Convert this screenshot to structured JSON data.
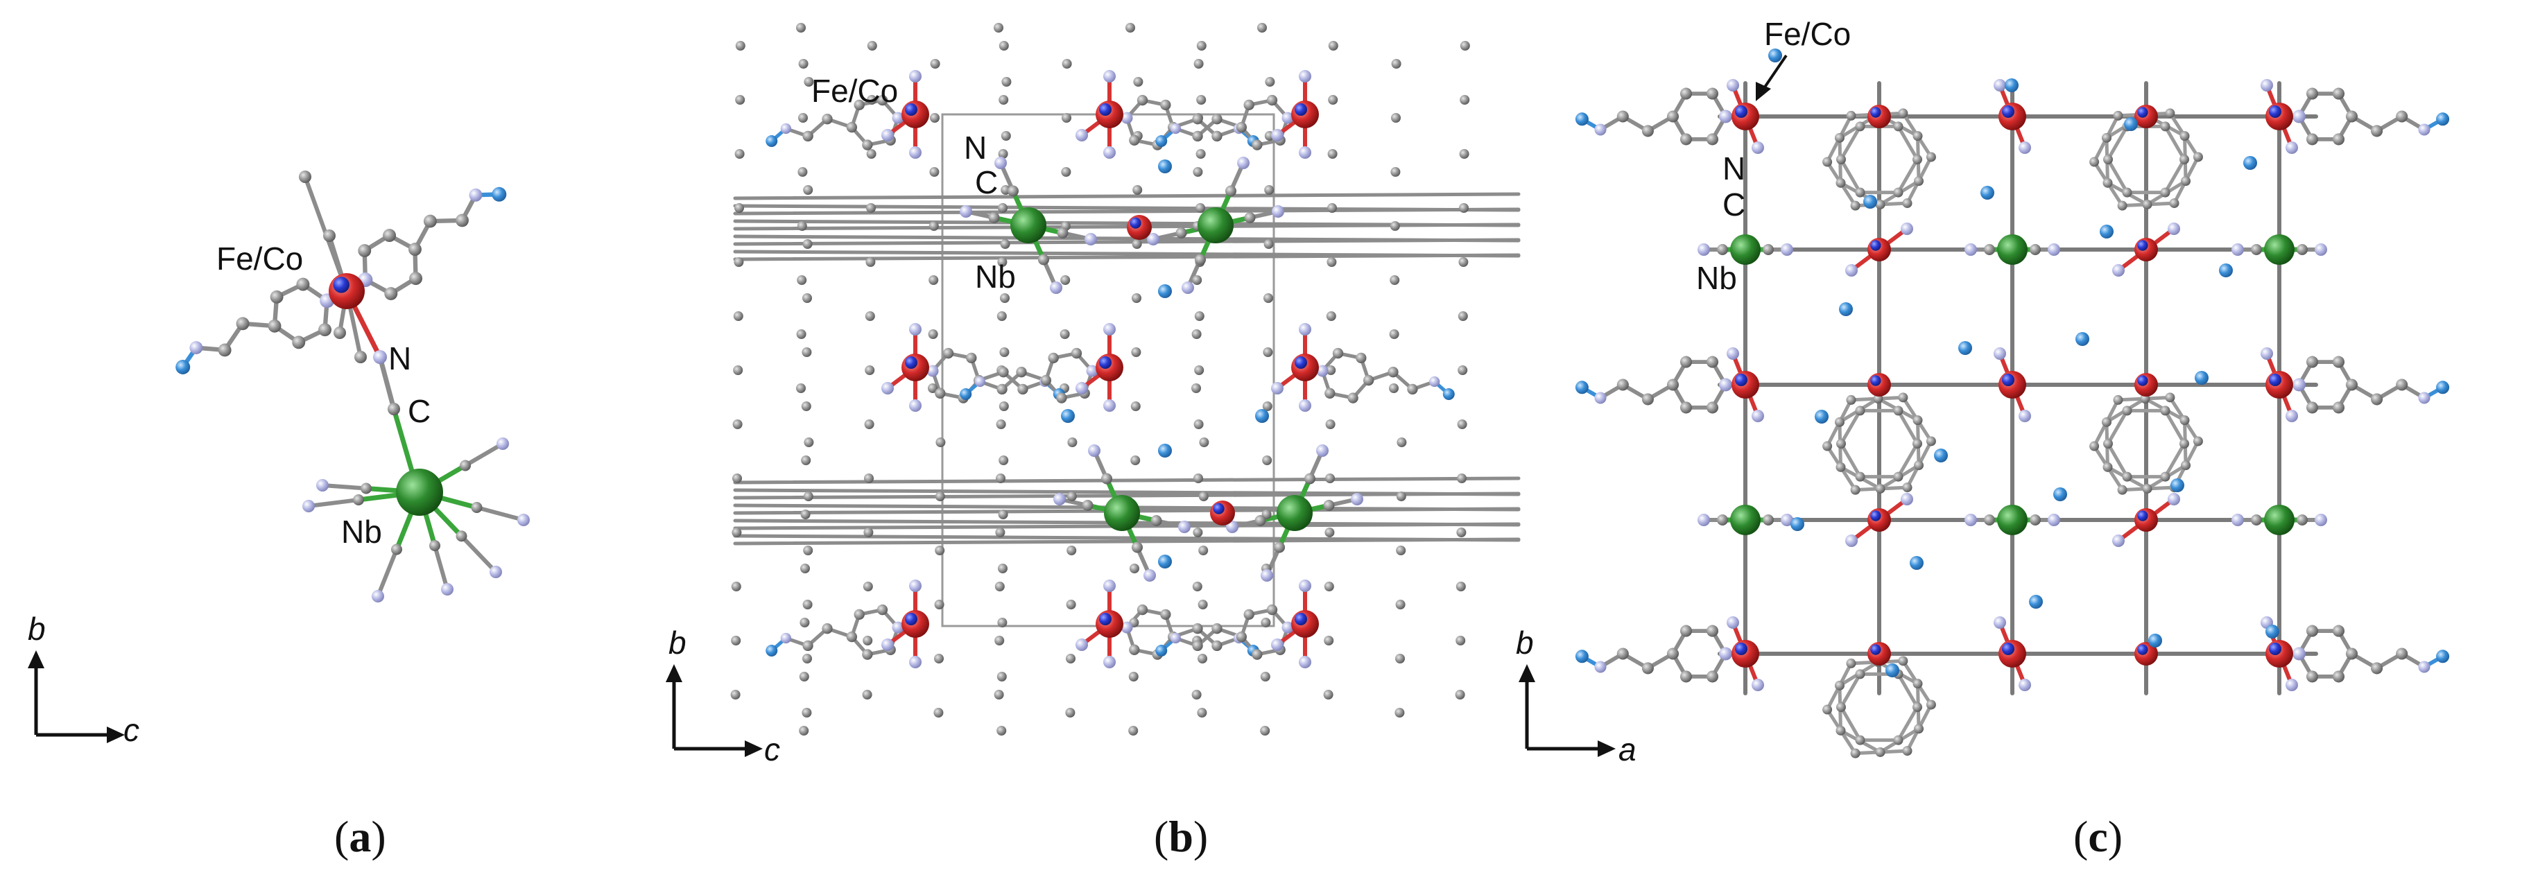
{
  "panels": [
    {
      "caption_open": "(",
      "caption_letter": "a",
      "caption_close": ")",
      "labels": {
        "metal": "Fe/Co",
        "n": "N",
        "c": "C",
        "nb": "Nb"
      },
      "axes": {
        "vertical": "b",
        "horizontal": "c"
      }
    },
    {
      "caption_open": "(",
      "caption_letter": "b",
      "caption_close": ")",
      "labels": {
        "metal": "Fe/Co",
        "n": "N",
        "c": "C",
        "nb": "Nb"
      },
      "axes": {
        "vertical": "b",
        "horizontal": "c"
      }
    },
    {
      "caption_open": "(",
      "caption_letter": "c",
      "caption_close": ")",
      "labels": {
        "metal": "Fe/Co",
        "n": "N",
        "c": "C",
        "nb": "Nb"
      },
      "axes": {
        "vertical": "b",
        "horizontal": "a"
      }
    }
  ],
  "colors": {
    "fe_co": "#d42a2a",
    "nb": "#2e8b2e",
    "carbon": "#8c8c8c",
    "nitrogen_ligand": "#aeb0dc",
    "terminal_n": "#3a8fd8",
    "fe_n_bond": "#d43333",
    "nb_c_bond": "#3aa53a"
  }
}
